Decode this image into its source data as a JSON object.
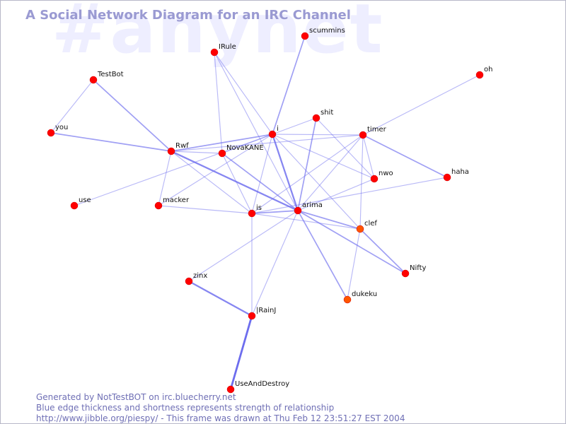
{
  "watermark": "#anynet",
  "title": "A Social Network Diagram for an IRC Channel",
  "footer": {
    "line1": "Generated by NotTestBOT on irc.bluecherry.net",
    "line2": "Blue edge thickness and shortness represents strength of relationship",
    "line3": "http://www.jibble.org/piespy/ - This frame was drawn at Thu Feb 12 23:51:27 EST 2004"
  },
  "colors": {
    "node": "#ff0000",
    "node_alt": "#ff5500",
    "edge": "#6a6aee",
    "title": "#9a9ad2",
    "footer": "#6f6fb5",
    "watermark": "#eeeeff"
  },
  "nodes": [
    {
      "id": "scummins",
      "label": "scummins"
    },
    {
      "id": "IRule",
      "label": "IRule"
    },
    {
      "id": "TestBot",
      "label": "TestBot"
    },
    {
      "id": "oh",
      "label": "oh"
    },
    {
      "id": "shit",
      "label": "shit"
    },
    {
      "id": "you",
      "label": "you"
    },
    {
      "id": "i",
      "label": "i"
    },
    {
      "id": "timer",
      "label": "timer"
    },
    {
      "id": "Rwf",
      "label": "Rwf"
    },
    {
      "id": "NovaKANE",
      "label": "NovaKANE"
    },
    {
      "id": "haha",
      "label": "haha"
    },
    {
      "id": "nwo",
      "label": "nwo"
    },
    {
      "id": "use",
      "label": "use"
    },
    {
      "id": "macker",
      "label": "macker"
    },
    {
      "id": "arima",
      "label": "arima"
    },
    {
      "id": "is",
      "label": "is"
    },
    {
      "id": "clef",
      "label": "clef"
    },
    {
      "id": "Nifty",
      "label": "Nifty"
    },
    {
      "id": "zinx",
      "label": "zinx"
    },
    {
      "id": "dukeku",
      "label": "dukeku"
    },
    {
      "id": "RainJ",
      "label": "|RainJ"
    },
    {
      "id": "UseAndDestroy",
      "label": "UseAndDestroy"
    }
  ],
  "edges": [
    {
      "from": "i",
      "to": "scummins",
      "weight": 2
    },
    {
      "from": "i",
      "to": "IRule",
      "weight": 1
    },
    {
      "from": "i",
      "to": "arima",
      "weight": 3
    },
    {
      "from": "i",
      "to": "Rwf",
      "weight": 2
    },
    {
      "from": "i",
      "to": "NovaKANE",
      "weight": 1
    },
    {
      "from": "i",
      "to": "timer",
      "weight": 1
    },
    {
      "from": "i",
      "to": "shit",
      "weight": 1
    },
    {
      "from": "i",
      "to": "nwo",
      "weight": 1
    },
    {
      "from": "i",
      "to": "is",
      "weight": 1
    },
    {
      "from": "i",
      "to": "clef",
      "weight": 1
    },
    {
      "from": "i",
      "to": "macker",
      "weight": 1
    },
    {
      "from": "IRule",
      "to": "NovaKANE",
      "weight": 1
    },
    {
      "from": "IRule",
      "to": "arima",
      "weight": 1
    },
    {
      "from": "TestBot",
      "to": "Rwf",
      "weight": 2
    },
    {
      "from": "TestBot",
      "to": "you",
      "weight": 1
    },
    {
      "from": "you",
      "to": "Rwf",
      "weight": 2
    },
    {
      "from": "oh",
      "to": "timer",
      "weight": 1
    },
    {
      "from": "shit",
      "to": "arima",
      "weight": 2
    },
    {
      "from": "shit",
      "to": "nwo",
      "weight": 1
    },
    {
      "from": "timer",
      "to": "Rwf",
      "weight": 1
    },
    {
      "from": "timer",
      "to": "haha",
      "weight": 2
    },
    {
      "from": "timer",
      "to": "nwo",
      "weight": 1
    },
    {
      "from": "timer",
      "to": "arima",
      "weight": 1
    },
    {
      "from": "timer",
      "to": "is",
      "weight": 1
    },
    {
      "from": "timer",
      "to": "clef",
      "weight": 1
    },
    {
      "from": "Rwf",
      "to": "arima",
      "weight": 3
    },
    {
      "from": "Rwf",
      "to": "is",
      "weight": 1
    },
    {
      "from": "Rwf",
      "to": "macker",
      "weight": 1
    },
    {
      "from": "Rwf",
      "to": "NovaKANE",
      "weight": 1
    },
    {
      "from": "NovaKANE",
      "to": "arima",
      "weight": 2
    },
    {
      "from": "NovaKANE",
      "to": "is",
      "weight": 1
    },
    {
      "from": "use",
      "to": "i",
      "weight": 1
    },
    {
      "from": "macker",
      "to": "is",
      "weight": 1
    },
    {
      "from": "haha",
      "to": "is",
      "weight": 1
    },
    {
      "from": "nwo",
      "to": "arima",
      "weight": 1
    },
    {
      "from": "arima",
      "to": "is",
      "weight": 2
    },
    {
      "from": "arima",
      "to": "clef",
      "weight": 2
    },
    {
      "from": "arima",
      "to": "Nifty",
      "weight": 2
    },
    {
      "from": "arima",
      "to": "dukeku",
      "weight": 2
    },
    {
      "from": "arima",
      "to": "zinx",
      "weight": 1
    },
    {
      "from": "arima",
      "to": "RainJ",
      "weight": 1
    },
    {
      "from": "is",
      "to": "clef",
      "weight": 1
    },
    {
      "from": "is",
      "to": "RainJ",
      "weight": 1
    },
    {
      "from": "clef",
      "to": "Nifty",
      "weight": 2
    },
    {
      "from": "clef",
      "to": "dukeku",
      "weight": 1
    },
    {
      "from": "zinx",
      "to": "RainJ",
      "weight": 3
    },
    {
      "from": "RainJ",
      "to": "UseAndDestroy",
      "weight": 4
    }
  ]
}
